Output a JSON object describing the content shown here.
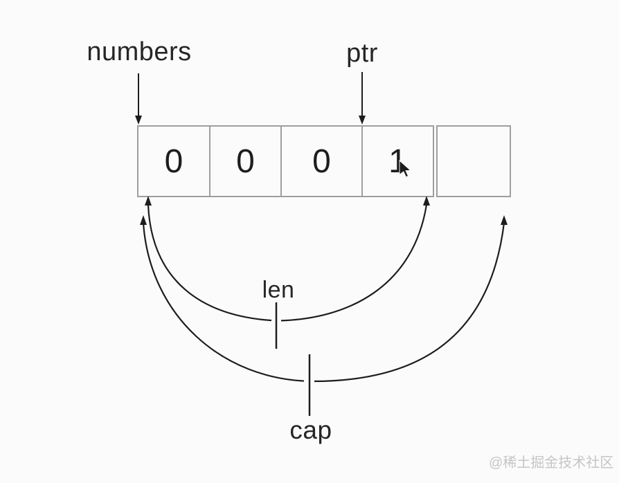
{
  "labels": {
    "numbers": "numbers",
    "ptr": "ptr",
    "len": "len",
    "cap": "cap"
  },
  "array": {
    "cells": [
      {
        "value": "0"
      },
      {
        "value": "0"
      },
      {
        "value": "0"
      },
      {
        "value": "1"
      }
    ],
    "spare_cell": {
      "value": ""
    }
  },
  "icons": {
    "mouse_cursor": "arrow-pointer"
  },
  "watermark": {
    "text": "@稀土掘金技术社区"
  },
  "colors": {
    "background": "#fbfbfb",
    "line": "#1d1d1d",
    "text": "#262626",
    "box_border": "#9e9e9e",
    "watermark": "#c5c5c5"
  }
}
